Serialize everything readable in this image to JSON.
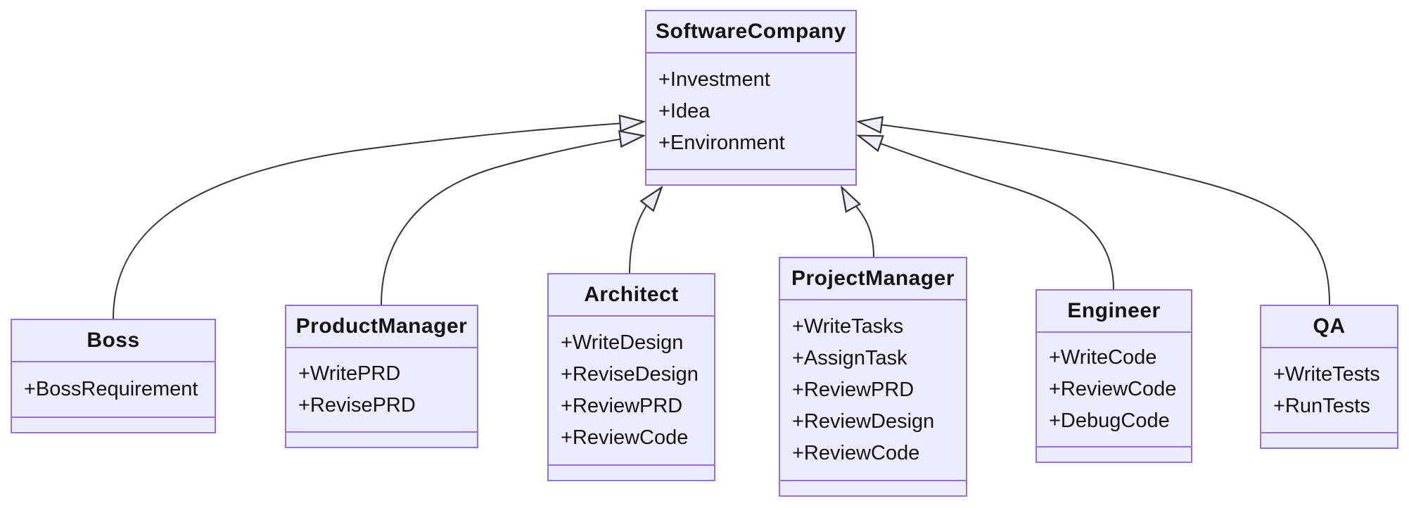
{
  "diagram": {
    "type": "uml-class-diagram",
    "classes": [
      {
        "name": "SoftwareCompany",
        "attributes": [
          "+Investment",
          "+Idea",
          "+Environment"
        ],
        "methods": []
      },
      {
        "name": "Boss",
        "attributes": [
          "+BossRequirement"
        ],
        "methods": []
      },
      {
        "name": "ProductManager",
        "attributes": [
          "+WritePRD",
          "+RevisePRD"
        ],
        "methods": []
      },
      {
        "name": "Architect",
        "attributes": [
          "+WriteDesign",
          "+ReviseDesign",
          "+ReviewPRD",
          "+ReviewCode"
        ],
        "methods": []
      },
      {
        "name": "ProjectManager",
        "attributes": [
          "+WriteTasks",
          "+AssignTask",
          "+ReviewPRD",
          "+ReviewDesign",
          "+ReviewCode"
        ],
        "methods": []
      },
      {
        "name": "Engineer",
        "attributes": [
          "+WriteCode",
          "+ReviewCode",
          "+DebugCode"
        ],
        "methods": []
      },
      {
        "name": "QA",
        "attributes": [
          "+WriteTests",
          "+RunTests"
        ],
        "methods": []
      }
    ],
    "relations": [
      {
        "from": "Boss",
        "to": "SoftwareCompany",
        "type": "inheritance"
      },
      {
        "from": "ProductManager",
        "to": "SoftwareCompany",
        "type": "inheritance"
      },
      {
        "from": "Architect",
        "to": "SoftwareCompany",
        "type": "inheritance"
      },
      {
        "from": "ProjectManager",
        "to": "SoftwareCompany",
        "type": "inheritance"
      },
      {
        "from": "Engineer",
        "to": "SoftwareCompany",
        "type": "inheritance"
      },
      {
        "from": "QA",
        "to": "SoftwareCompany",
        "type": "inheritance"
      }
    ],
    "colors": {
      "node_fill": "#ECECFF",
      "node_border": "#9370DB",
      "edge_line": "#333333",
      "arrowhead_fill": "#ECECFF",
      "text": "#131313",
      "background": "#FFFFFF"
    }
  }
}
